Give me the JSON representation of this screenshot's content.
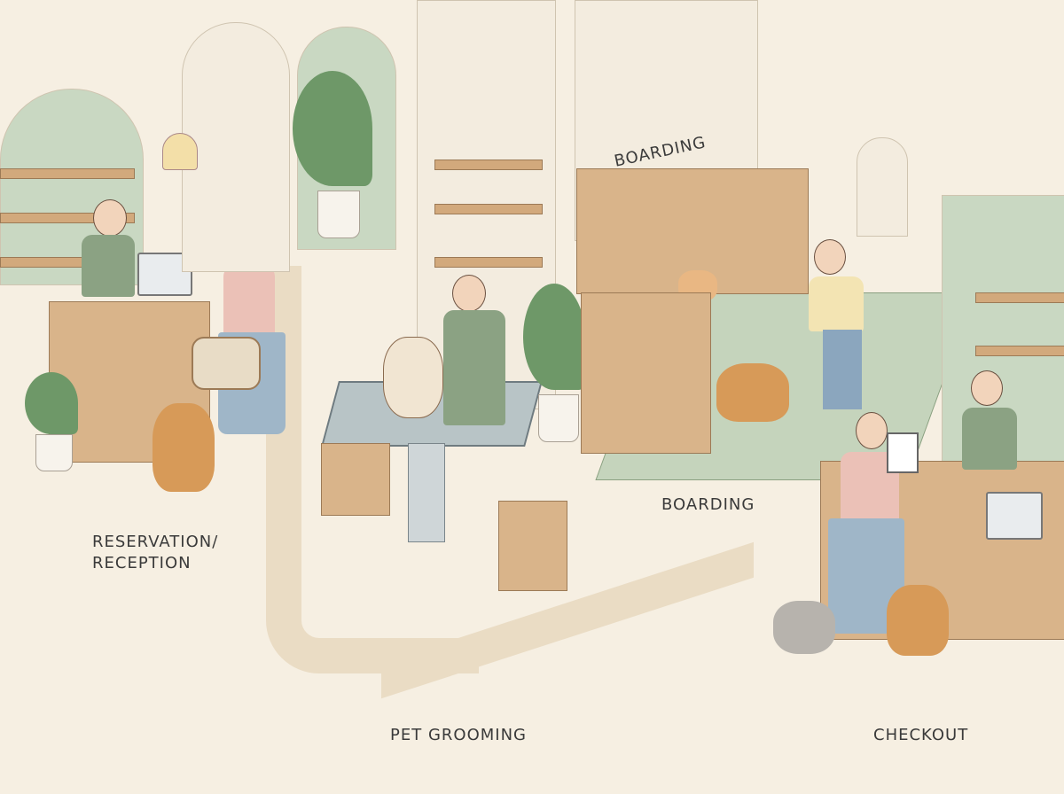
{
  "labels": {
    "reception": "RESERVATION/\nRECEPTION",
    "reception_line1": "RESERVATION/",
    "reception_line2": "RECEPTION",
    "grooming": "PET GROOMING",
    "boarding_wall": "BOARDING",
    "boarding_floor": "BOARDING",
    "checkout": "CHECKOUT"
  },
  "colors": {
    "background": "#f6efe2",
    "accent_green": "#c9d8c2",
    "wood": "#d9b48a",
    "text": "#3a3a3a"
  }
}
